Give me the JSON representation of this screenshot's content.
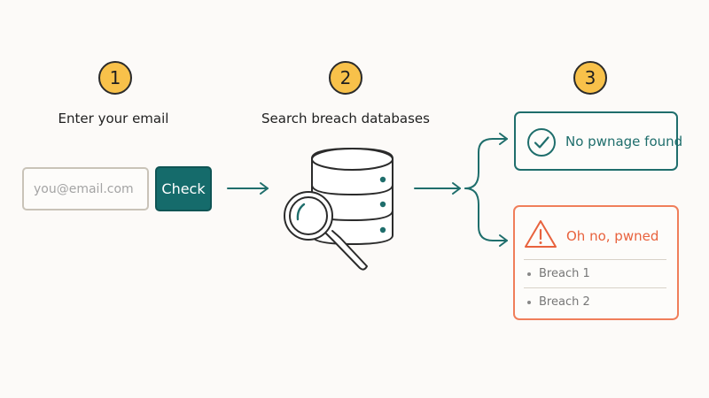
{
  "steps": [
    {
      "number": "1",
      "label": "Enter your email"
    },
    {
      "number": "2",
      "label": "Search breach databases"
    },
    {
      "number": "3",
      "label": ""
    }
  ],
  "email_input": {
    "placeholder": "you@email.com"
  },
  "check_button": {
    "label": "Check"
  },
  "results": {
    "safe": {
      "label": "No pwnage found",
      "icon": "check-circle-icon",
      "color": "#1f6e6c"
    },
    "pwned": {
      "label": "Oh no, pwned",
      "icon": "warning-triangle-icon",
      "color": "#f07e5a",
      "breaches": [
        "Breach 1",
        "Breach 2"
      ]
    }
  },
  "colors": {
    "badge": "#f8c14a",
    "accent": "#156b6b",
    "arrow": "#1f6e6c",
    "danger": "#f07e5a"
  }
}
